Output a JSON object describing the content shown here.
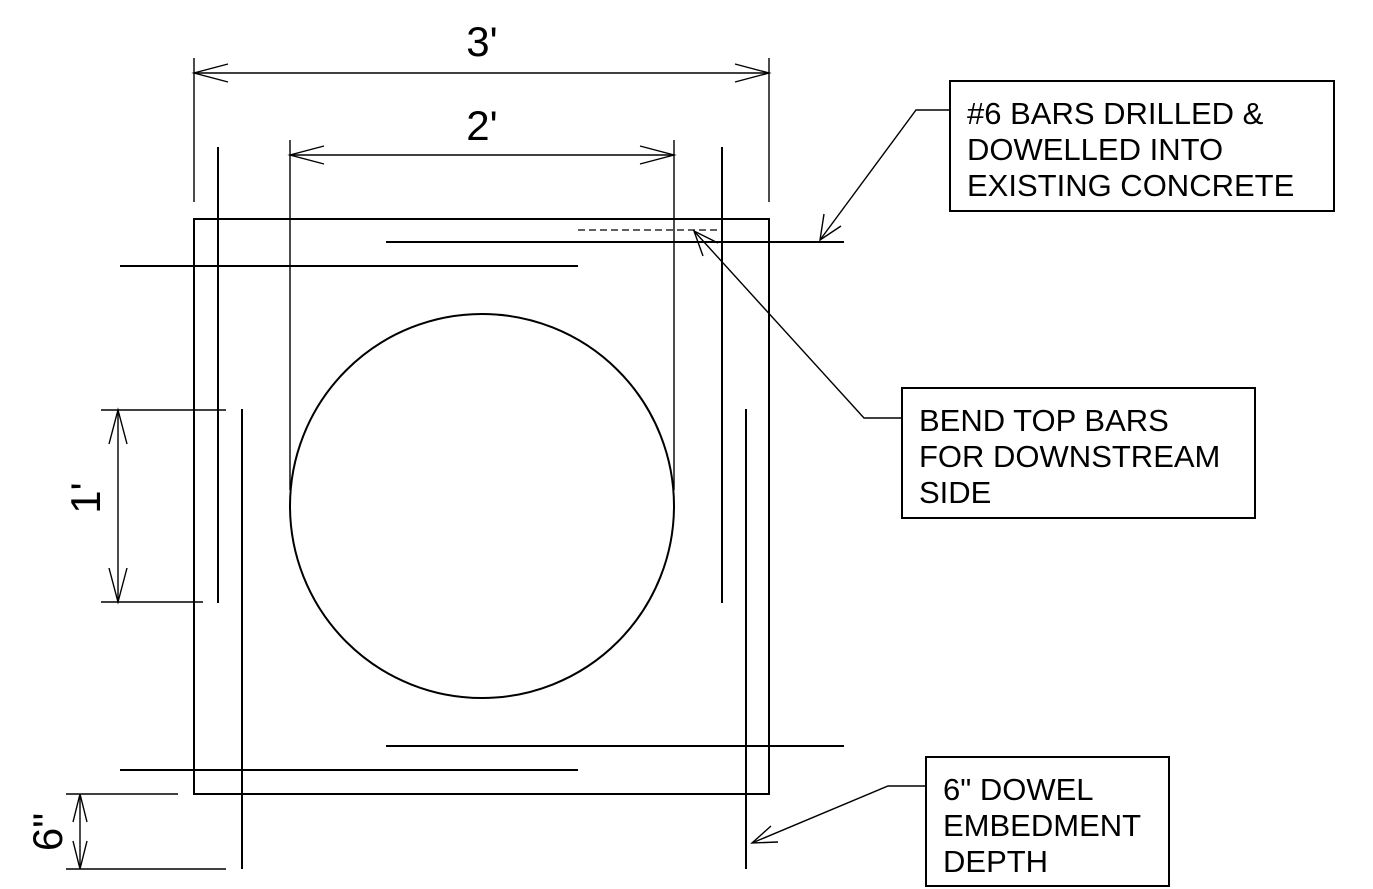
{
  "dimensions": {
    "overall_width": "3'",
    "inner_width": "2'",
    "bar_spacing": "1'",
    "embedment": "6\""
  },
  "notes": {
    "dowel_bars": [
      "#6 BARS DRILLED &",
      "DOWELLED INTO",
      "EXISTING CONCRETE"
    ],
    "bend_bars": [
      "BEND TOP BARS",
      "FOR DOWNSTREAM",
      "SIDE"
    ],
    "embedment_depth": [
      "6\" DOWEL",
      "EMBEDMENT",
      "DEPTH"
    ]
  }
}
